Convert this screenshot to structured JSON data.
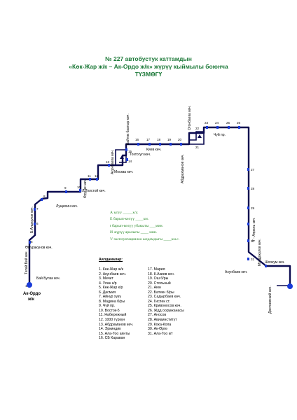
{
  "title": {
    "line1": "№ 227  автобустук каттамдын",
    "line2": "«Көк-Жар ж/к – Ак-Ордо ж/к» жүрүү кыймылы боюнча",
    "line3": "ТҮЗМӨГҮ"
  },
  "streets": {
    "tatay": "Татай Бий көч.",
    "omuraku": "Өмүракунов көч.",
    "b_aspek": "Б.Алыкулов көч.",
    "luchshe": "Лущихин көч.",
    "frunze": "Фрунзе көч.",
    "l_tolstoy": "Л.Толстой көч.",
    "moskva": "Москва көч.",
    "akhunbaev_top": "Ахунбаева көч.",
    "toktogul": "Токтогул көч.",
    "baytik": "Байтик баатыр көч.",
    "kiev": "Киев көч.",
    "abdrakhmanov": "Абдрахманов көч.",
    "ogonbaeva": "Огонбаева көч.",
    "chuy": "Чүй пр.",
    "april": "7 - Апрель көч.",
    "akhunbaev_bottom": "Ахунбаев көч.",
    "moldokul": "Молдокулов көч.",
    "shookum": "Шоокум көч.",
    "dostoev": "Достоевский көч.",
    "bay_bulak": "Бай Булак көч.",
    "start_label_1": "Ак-Ордо",
    "start_label_2": "ж/к"
  },
  "stop_numbers": [
    "1",
    "5",
    "6",
    "7",
    "8",
    "9",
    "10",
    "11",
    "12",
    "13",
    "14",
    "15",
    "16",
    "17",
    "18",
    "19",
    "20",
    "21",
    "22",
    "23",
    "24",
    "25",
    "26",
    "27",
    "28",
    "29",
    "30",
    "31"
  ],
  "info": {
    "line1": "А ыгуу _____к/у.",
    "line2": "Е барып-келүү ____км.",
    "line3": "t барып-келүү убакыты ___мин.",
    "line4": "И жүрүү аралыгы ____ мин.",
    "line5": "V эксплуатациялоо ылдамдыгы ____км.с."
  },
  "stops": {
    "heading": "Аялдамалар:",
    "col1": [
      "1. Көк-Жар ж/к",
      "2. Акунбаев көч.",
      "3. Мечит",
      "4. Улан к/р",
      "5. Көк-Жар к/р",
      "6. Дасмия",
      "7. Айнур хүзү",
      "8. Мадина б/ры",
      "9. Чүй пр.",
      "10. Восток-5",
      "11. Набережный",
      "12. 1000 түркүн",
      "13. Абдраманов көч.",
      "14. Эркиндик",
      "15. Ала-Тоо аянты",
      "16. СБ Караван"
    ],
    "col2": [
      "17. Мария",
      "18. К.Акиев көч.",
      "19. Ош б/ры",
      "20. Стольный",
      "21. Аюн",
      "22. Батекн б/ры",
      "23. Садырбаев көч.",
      "24. Гиспек ст.",
      "25. Кривоносов көч.",
      "26. Ждд оорукканасы",
      "27. Аносов",
      "28. Авиаинститут",
      "29. Кока-Кола",
      "30. Ак-Өргө",
      "31. Ала-Тоо к/т"
    ]
  },
  "colors": {
    "route": "#0b0b50",
    "stop": "#1a3bd8",
    "title": "#1e7a3a",
    "info": "#2a8a2a"
  }
}
